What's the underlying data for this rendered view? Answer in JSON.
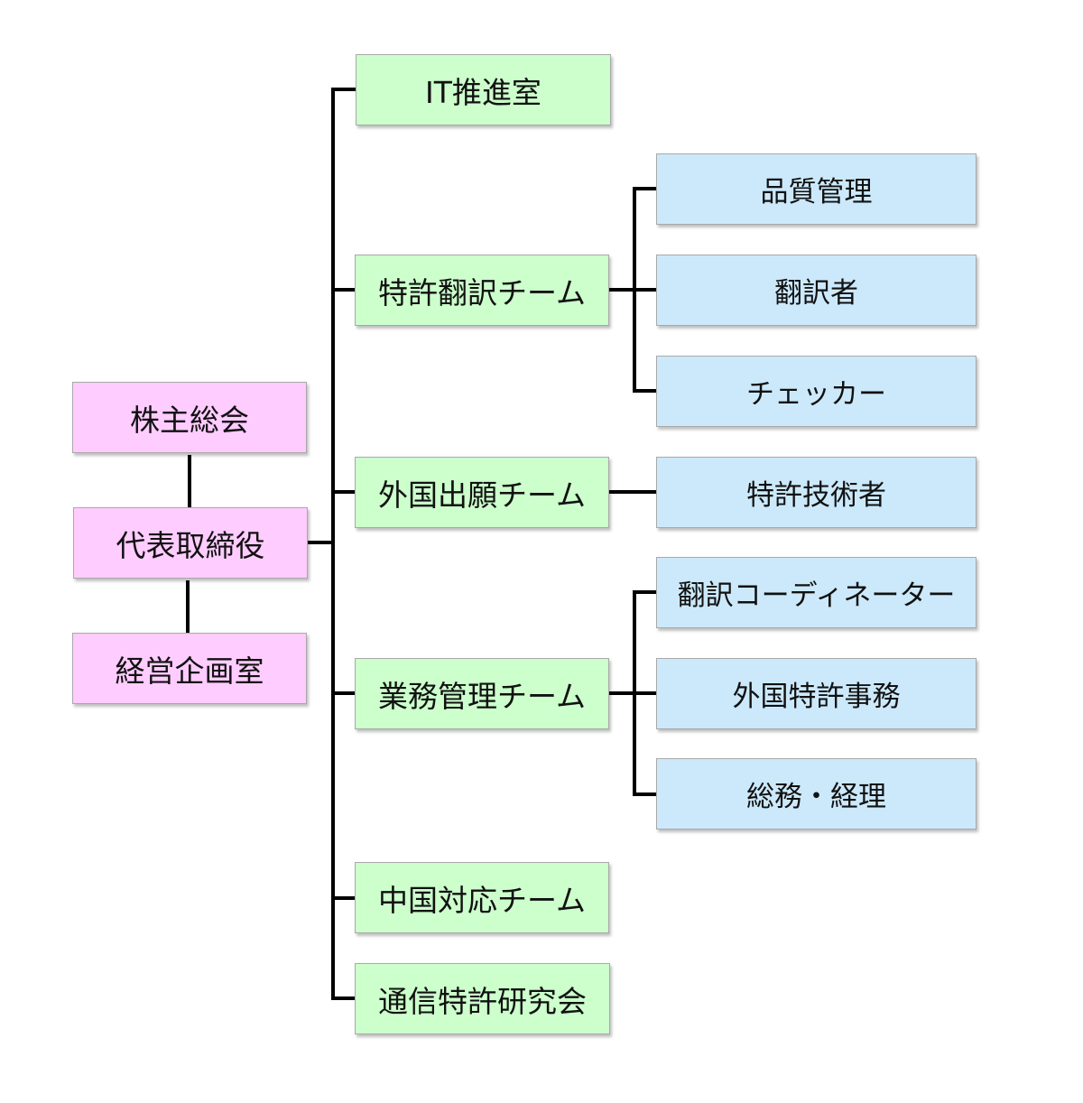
{
  "colors": {
    "executive": "#ffccff",
    "department": "#ccffcc",
    "role": "#cce9fb",
    "line": "#000000"
  },
  "executive": {
    "shareholders": "株主総会",
    "ceo": "代表取締役",
    "planning": "経営企画室"
  },
  "departments": {
    "it": "IT推進室",
    "patent_translation": "特許翻訳チーム",
    "foreign_filing": "外国出願チーム",
    "business_management": "業務管理チーム",
    "china": "中国対応チーム",
    "telecom_research": "通信特許研究会"
  },
  "roles": {
    "quality_control": "品質管理",
    "translator": "翻訳者",
    "checker": "チェッカー",
    "patent_engineer": "特許技術者",
    "translation_coordinator": "翻訳コーディネーター",
    "foreign_patent_admin": "外国特許事務",
    "general_accounting": "総務・経理"
  }
}
